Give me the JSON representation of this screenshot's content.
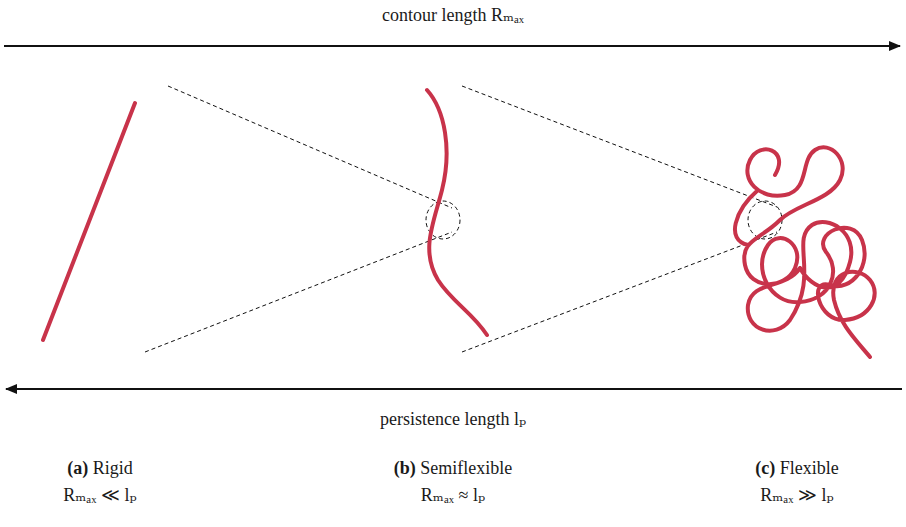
{
  "diagram": {
    "labels": [
      "contour length Rₘₐₓ",
      "persistence length lₚ",
      "(a)",
      "Rigid",
      "Rₘₐₓ ≪ lₚ",
      "(b)",
      "Semiflexible",
      "Rₘₐₓ ≈ lₚ",
      "(c)",
      "Flexible",
      "Rₘₐₓ ≫ lₚ"
    ]
  }
}
